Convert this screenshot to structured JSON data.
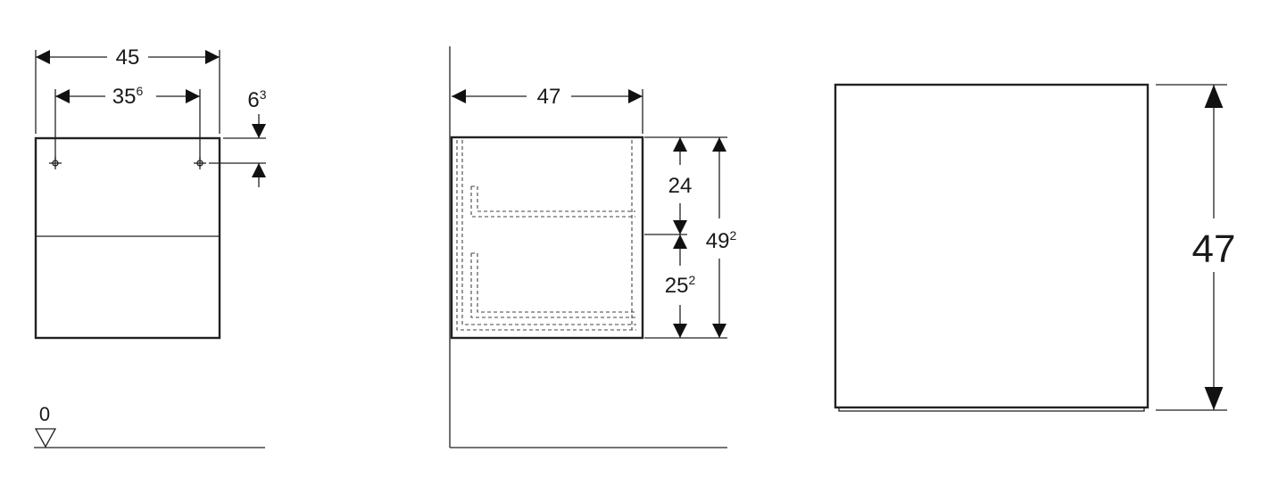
{
  "front_view": {
    "width_label": "45",
    "hole_spacing_label": "35",
    "hole_spacing_sup": "6",
    "hole_offset_label": "6",
    "hole_offset_sup": "3",
    "floor_level_label": "0"
  },
  "side_view": {
    "depth_label": "47",
    "upper_drawer_label": "24",
    "lower_drawer_label": "25",
    "lower_drawer_sup": "2",
    "total_height_label": "49",
    "total_height_sup": "2"
  },
  "top_view": {
    "height_label": "47"
  }
}
